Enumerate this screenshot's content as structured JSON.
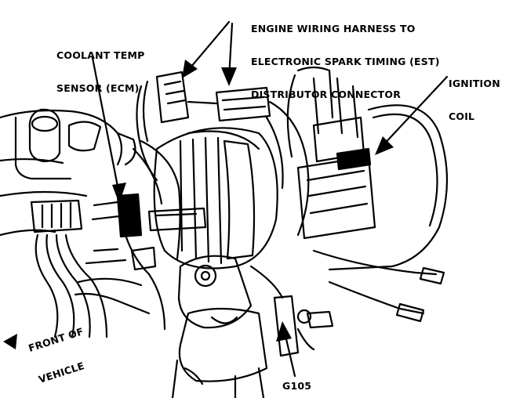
{
  "labels": {
    "harness": {
      "line1": "ENGINE WIRING HARNESS TO",
      "line2": "ELECTRONIC SPARK TIMING (EST)",
      "line3": "DISTRIBUTOR CONNECTOR"
    },
    "coolant": {
      "line1": "COOLANT TEMP",
      "line2": "SENSOR (ECM)"
    },
    "ignition": {
      "line1": "IGNITION",
      "line2": "COIL"
    },
    "front": {
      "line1": "FRONT OF",
      "line2": "VEHICLE"
    },
    "ground": "G105"
  },
  "colors": {
    "ink": "#000000",
    "paper": "#ffffff"
  }
}
